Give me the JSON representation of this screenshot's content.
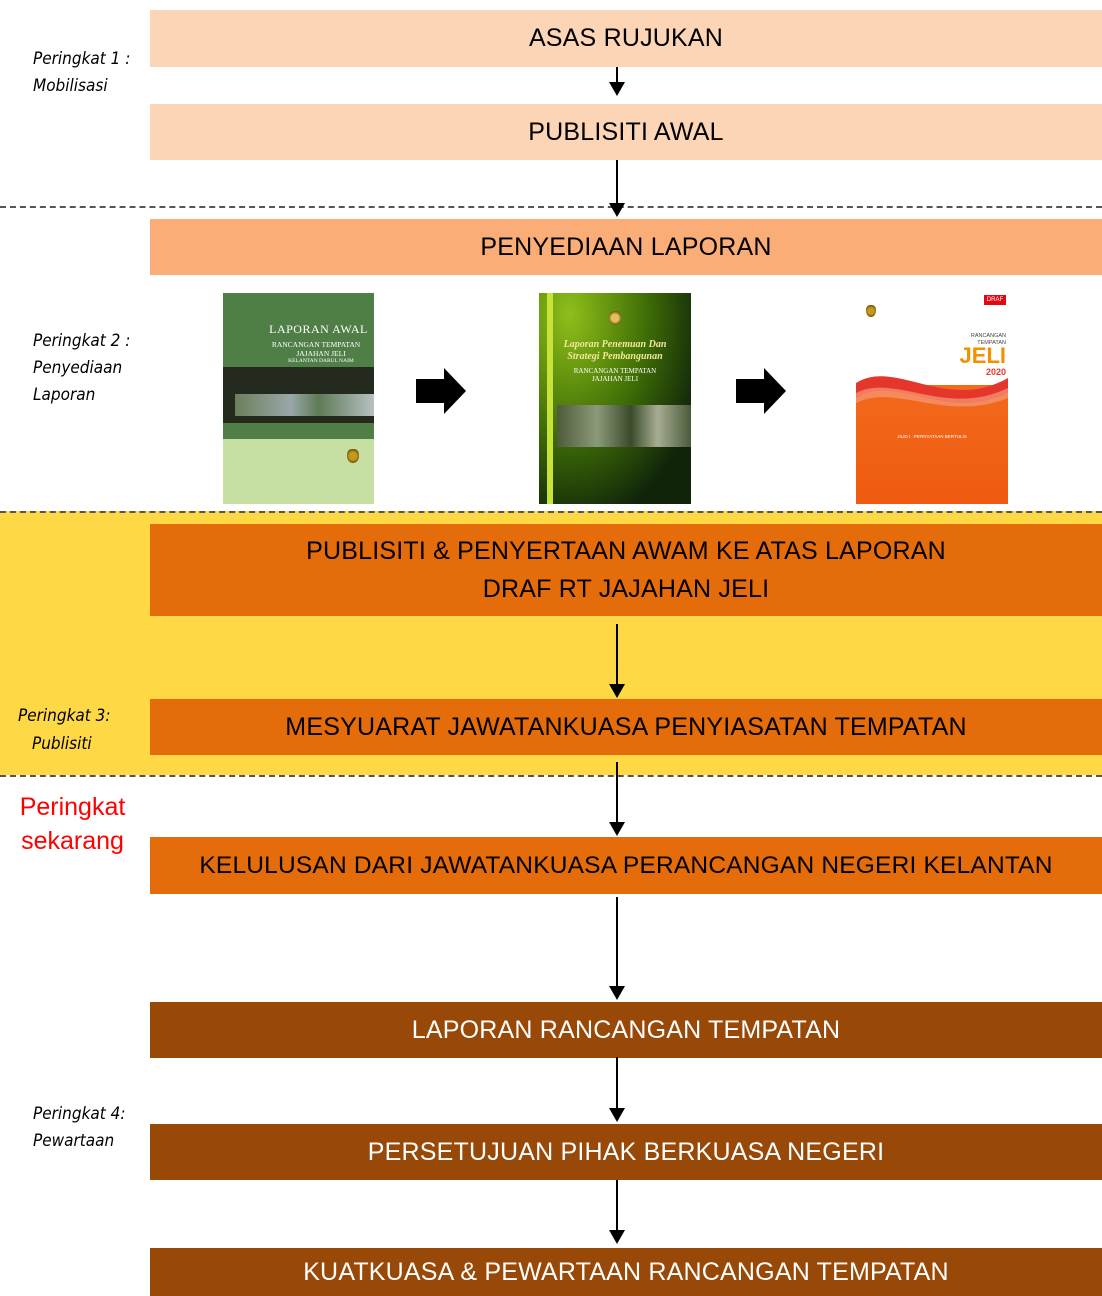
{
  "stages": {
    "s1_line1": "Peringkat 1 :",
    "s1_line2": "Mobilisasi",
    "s2_line1": "Peringkat 2 :",
    "s2_line2": "Penyediaan",
    "s2_line3": "Laporan",
    "s3_line1": "Peringkat 3:",
    "s3_line2": "Publisiti",
    "s3_current_line1": "Peringkat",
    "s3_current_line2": "sekarang",
    "s4_line1": "Peringkat 4:",
    "s4_line2": "Pewartaan"
  },
  "boxes": {
    "asas": "ASAS RUJUKAN",
    "publisiti_awal": "PUBLISITI AWAL",
    "penyediaan": "PENYEDIAAN LAPORAN",
    "publisiti_line1": "PUBLISITI & PENYERTAAN AWAM KE ATAS LAPORAN",
    "publisiti_line2": "DRAF RT JAJAHAN JELI",
    "mesyuarat": "MESYUARAT JAWATANKUASA PENYIASATAN TEMPATAN",
    "kelulusan": "KELULUSAN DARI JAWATANKUASA PERANCANGAN NEGERI KELANTAN",
    "laporan_rt": "LAPORAN RANCANGAN TEMPATAN",
    "persetujuan": "PERSETUJUAN PIHAK BERKUASA NEGERI",
    "kuatkuasa": "KUATKUASA & PEWARTAAN RANCANGAN TEMPATAN"
  },
  "covers": {
    "c1_title": "LAPORAN AWAL",
    "c1_sub1": "RANCANGAN TEMPATAN",
    "c1_sub2": "JAJAHAN JELI",
    "c1_sub3": "KELANTAN DARUL NAIM",
    "c2_title1": "Laporan Penemuan Dan",
    "c2_title2": "Strategi Pembangunan",
    "c2_sub1": "RANCANGAN TEMPATAN",
    "c2_sub2": "JAJAHAN JELI",
    "c3_sub1": "RANCANGAN",
    "c3_sub2": "TEMPATAN",
    "c3_title": "JELI",
    "c3_year": "2020",
    "c3_badge": "DRAF",
    "c3_footer": "JILID I : PERNYATAAN BERTULIS"
  },
  "colors": {
    "stage1_box": "#FBD5B5",
    "stage2_box": "#FAAD76",
    "stage3_band": "#FFD945",
    "stage3_box": "#E46C0A",
    "stage4_box": "#984807",
    "current_label": "#FF0000"
  },
  "icons": [
    "down-arrow-icon",
    "right-block-arrow-icon",
    "crest-icon"
  ]
}
